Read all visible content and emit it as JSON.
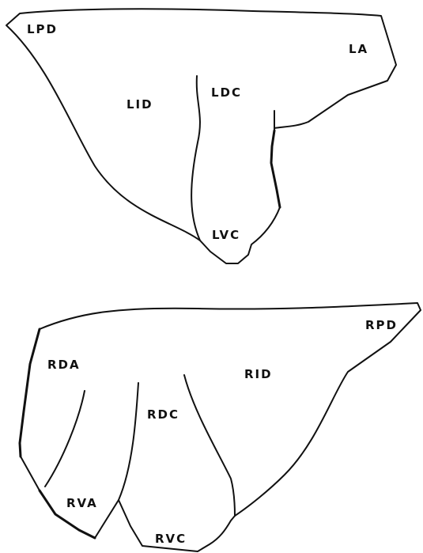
{
  "upper_figure": {
    "labels": {
      "lpd": "LPD",
      "la": "LA",
      "lid": "LID",
      "ldc": "LDC",
      "lvc": "LVC"
    }
  },
  "lower_figure": {
    "labels": {
      "rpd": "RPD",
      "rda": "RDA",
      "rid": "RID",
      "rdc": "RDC",
      "rva": "RVA",
      "rvc": "RVC"
    }
  },
  "colors": {
    "line": "#111111",
    "background": "#ffffff"
  }
}
